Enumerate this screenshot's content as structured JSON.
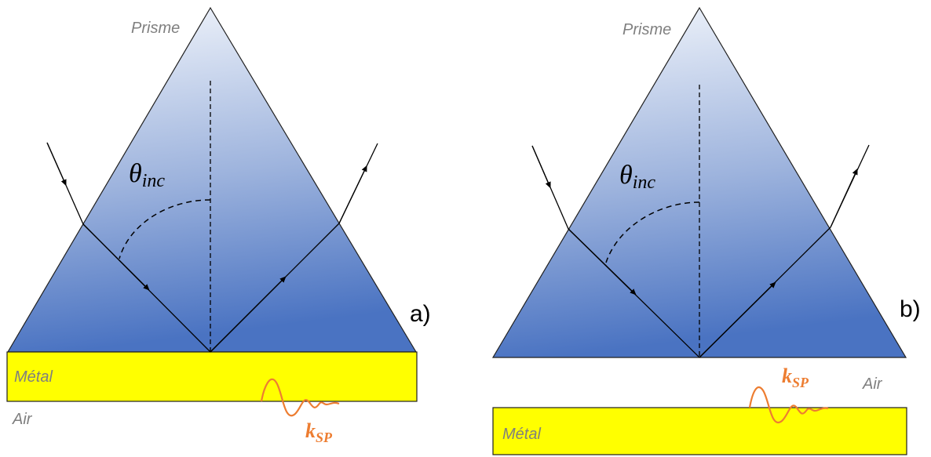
{
  "panel_a": {
    "prism_label": "Prisme",
    "angle_label": "θ",
    "angle_subscript": "inc",
    "metal_label": "Métal",
    "air_label": "Air",
    "wavevector_label": "k",
    "wavevector_subscript": "SP",
    "panel_label": "a)"
  },
  "panel_b": {
    "prism_label": "Prisme",
    "angle_label": "θ",
    "angle_subscript": "inc",
    "metal_label": "Métal",
    "air_label": "Air",
    "wavevector_label": "k",
    "wavevector_subscript": "SP",
    "panel_label": "b)"
  },
  "colors": {
    "prism_top": "#f2f5fb",
    "prism_bottom": "#4472c4",
    "metal": "#ffff00",
    "wave": "#ed7d31",
    "text_gray": "#7f7f7f"
  }
}
